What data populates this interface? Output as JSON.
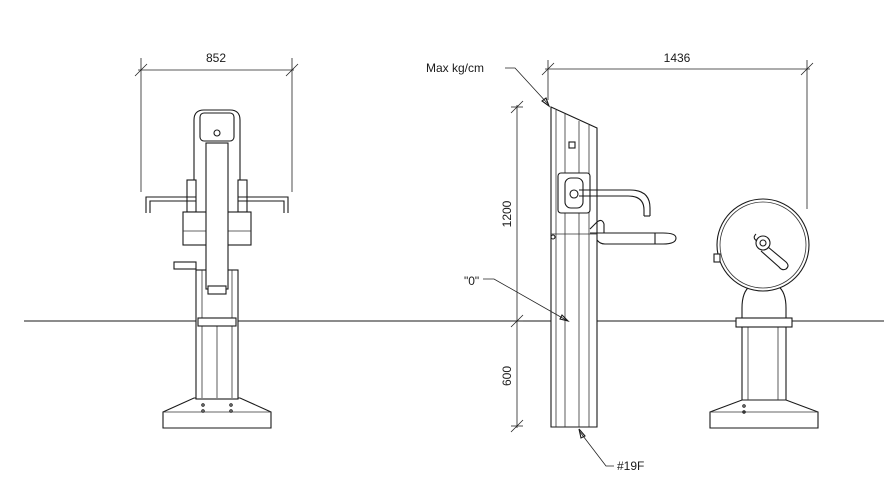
{
  "dimensions": {
    "front_width": "852",
    "side_width": "1436",
    "height_above_ground": "1200",
    "depth_below_ground": "600"
  },
  "callouts": {
    "max_load": "Max kg/cm",
    "zero_mark": "\"0\"",
    "part_number": "#19F"
  }
}
